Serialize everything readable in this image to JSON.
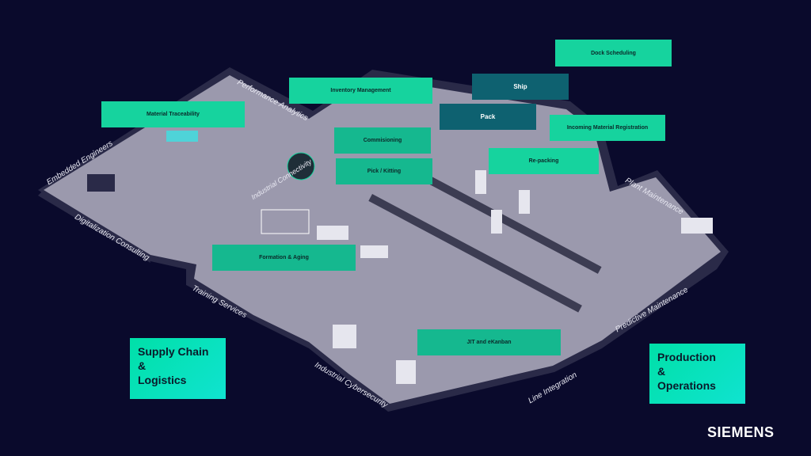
{
  "colors": {
    "background": "#0a0a2c",
    "label_green": "#16d39e",
    "label_teal": "#0e6170",
    "floor": "#9b99ad",
    "wall": "#2a2a48"
  },
  "process_labels": {
    "dock_scheduling": "Dock Scheduling",
    "ship": "Ship",
    "inventory_management": "Inventory Management",
    "pack": "Pack",
    "incoming_material_registration": "Incoming Material Registration",
    "material_traceability": "Material Traceability",
    "commisioning": "Commisioning",
    "pick_kitting": "Pick / Kitting",
    "re_packing": "Re-packing",
    "formation_aging": "Formation & Aging",
    "jit_ekanban": "JIT and eKanban"
  },
  "zones": {
    "performance_analytics": "Performance Analytics",
    "embedded_engineers": "Embedded Engineers",
    "digitalization_consulting": "Digitalization Consulting",
    "industrial_connectivity": "Industrial Connectivity",
    "training_services": "Training Services",
    "industrial_cybersecurity": "Industrial Cybersecurity",
    "line_integration": "Line Integration",
    "predictive_maintenance": "Predictive Maintenance",
    "plant_maintenance": "Plant Maintenance"
  },
  "categories": {
    "supply_chain": [
      "Supply Chain",
      "&",
      "Logistics"
    ],
    "production": [
      "Production",
      "&",
      "Operations"
    ]
  },
  "brand": "SIEMENS"
}
